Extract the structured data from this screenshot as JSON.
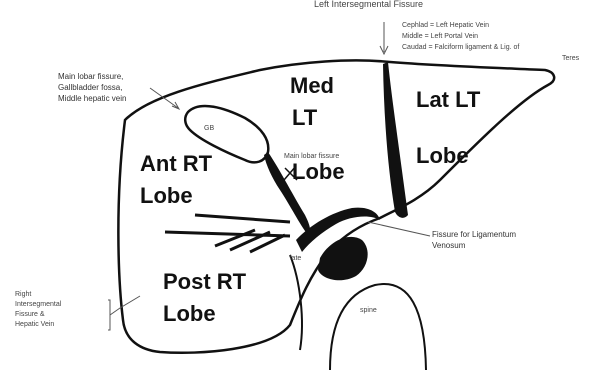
{
  "labels": {
    "top_heading": "Left Intersegmental Fissure",
    "top_line1": "Cephlad = Left Hepatic Vein",
    "top_line2": "Middle = Left Portal Vein",
    "top_line3": "Caudad = Falciform ligament & Lig. of",
    "top_line4": "Teres",
    "main_fissure_1": "Main lobar fissure,",
    "main_fissure_2": "Gallbladder fossa,",
    "main_fissure_3": "Middle hepatic vein",
    "gb": "GB",
    "main_lobar_inner": "Main lobar fissure",
    "med_lt_1": "Med",
    "med_lt_2": "LT",
    "med_lt_3": "Lobe",
    "lat_lt_1": "Lat LT",
    "lat_lt_2": "Lobe",
    "ant_rt_1": "Ant RT",
    "ant_rt_2": "Lobe",
    "post_rt_1": "Post RT",
    "post_rt_2": "Lobe",
    "fissure_lig_1": "Fissure for Ligamentum",
    "fissure_lig_2": "Venosum",
    "right_fissure_1": "Right",
    "right_fissure_2": "Intersegmental",
    "right_fissure_3": "Fissure &",
    "right_fissure_4": "Hepatic Vein",
    "late": "late",
    "spine": "spine"
  },
  "colors": {
    "ink": "#111111",
    "fill": "#ffffff"
  }
}
